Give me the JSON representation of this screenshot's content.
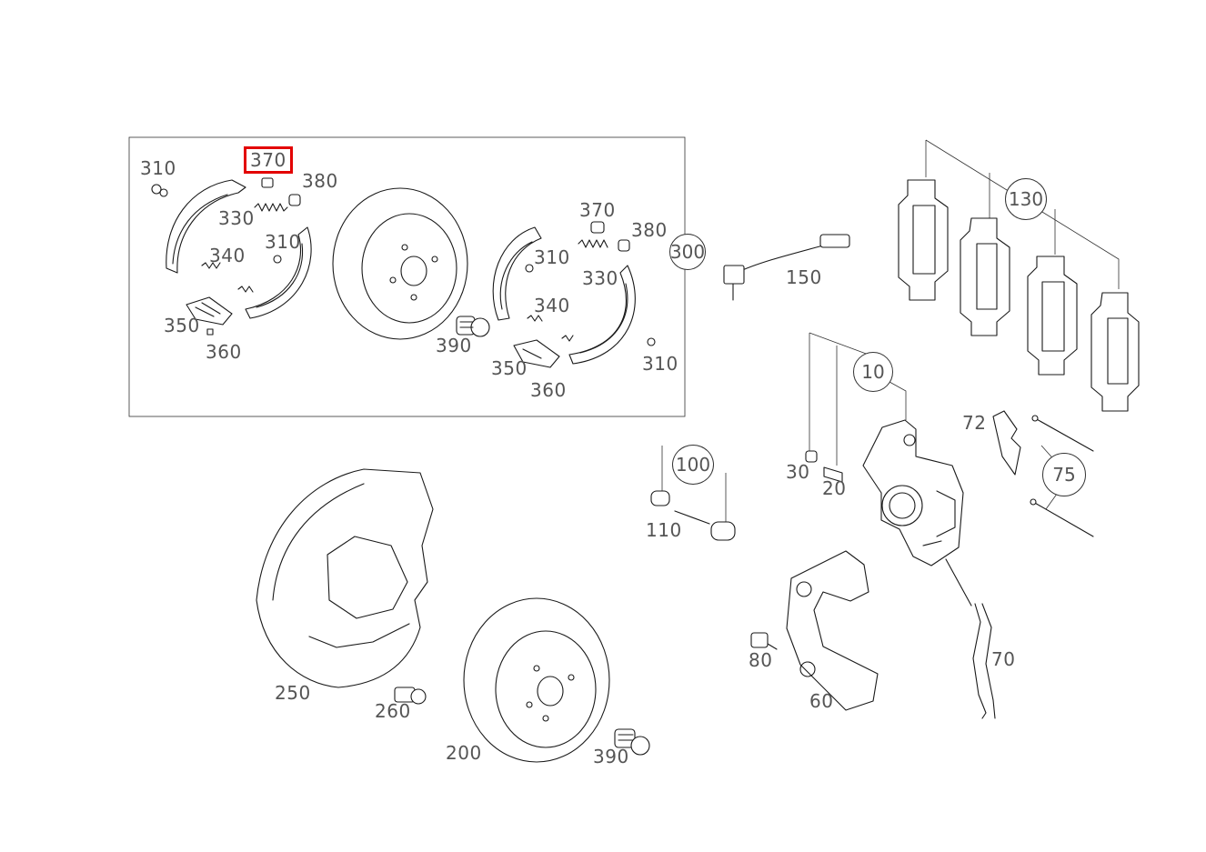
{
  "labels": {
    "l310a": "310",
    "l370a": "370",
    "l380a": "380",
    "l330a": "330",
    "l310b": "310",
    "l340a": "340",
    "l350a": "350",
    "l360a": "360",
    "l370b": "370",
    "l380b": "380",
    "l310c": "310",
    "l330b": "330",
    "l340b": "340",
    "l390a": "390",
    "l350b": "350",
    "l310d": "310",
    "l360b": "360",
    "l150": "150",
    "l30": "30",
    "l20": "20",
    "l72": "72",
    "l110": "110",
    "l80": "80",
    "l70": "70",
    "l60": "60",
    "l250": "250",
    "l260": "260",
    "l200": "200",
    "l390b": "390"
  },
  "callouts": {
    "c300": "300",
    "c130": "130",
    "c10": "10",
    "c100": "100",
    "c75": "75"
  },
  "highlight": {
    "part": "370",
    "color": "#e30000"
  }
}
